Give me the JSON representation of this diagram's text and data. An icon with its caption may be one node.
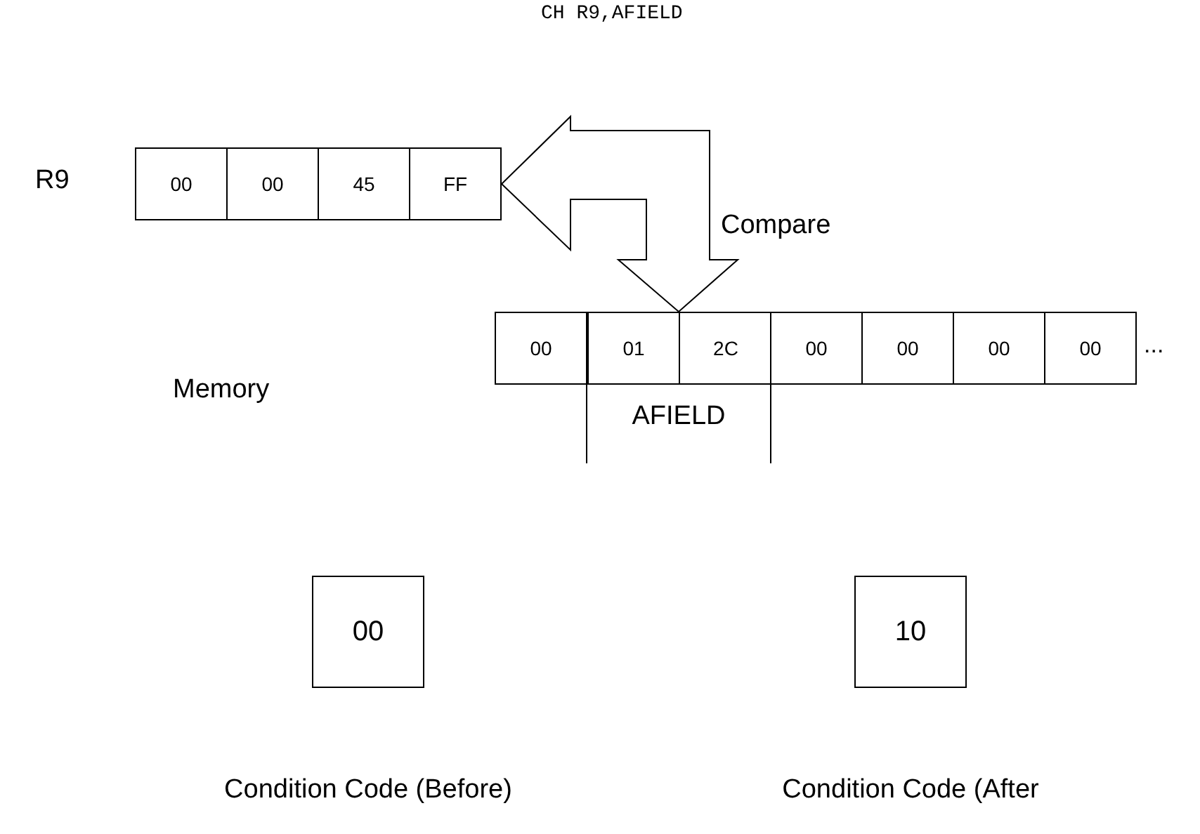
{
  "diagram": {
    "title": "CH R9,AFIELD",
    "nodes": [
      {
        "text": [
          "R9"
        ]
      },
      {
        "text": [
          "00"
        ],
        "in": 0
      },
      {
        "text": [
          "00"
        ],
        "in": 0
      },
      {
        "text": [
          "45"
        ],
        "in": 0
      },
      {
        "text": [
          "FF"
        ],
        "in": 0
      },
      {
        "text": [
          "Memory"
        ]
      },
      {
        "text": [
          "00"
        ],
        "in": 5
      },
      {
        "text": [
          "AFIELD"
        ],
        "in": 5
      },
      {
        "text": [
          "01"
        ],
        "in": 7
      },
      {
        "text": [
          "2C"
        ],
        "in": 7
      },
      {
        "text": [
          "00"
        ],
        "in": 5
      },
      {
        "text": [
          "00"
        ],
        "in": 5
      },
      {
        "text": [
          "00"
        ],
        "in": 5
      },
      {
        "text": [
          "00"
        ],
        "in": 5
      },
      {
        "text": [
          "00"
        ],
        "beside": [
          "Condition Code (Before)"
        ]
      },
      {
        "text": [
          "10"
        ],
        "beside": [
          "Condition Code (After"
        ]
      }
    ],
    "edges": [
      {
        "from": 4,
        "to": 7,
        "arrow": "both",
        "label": "Compare"
      }
    ],
    "labels": [
      "..."
    ]
  }
}
